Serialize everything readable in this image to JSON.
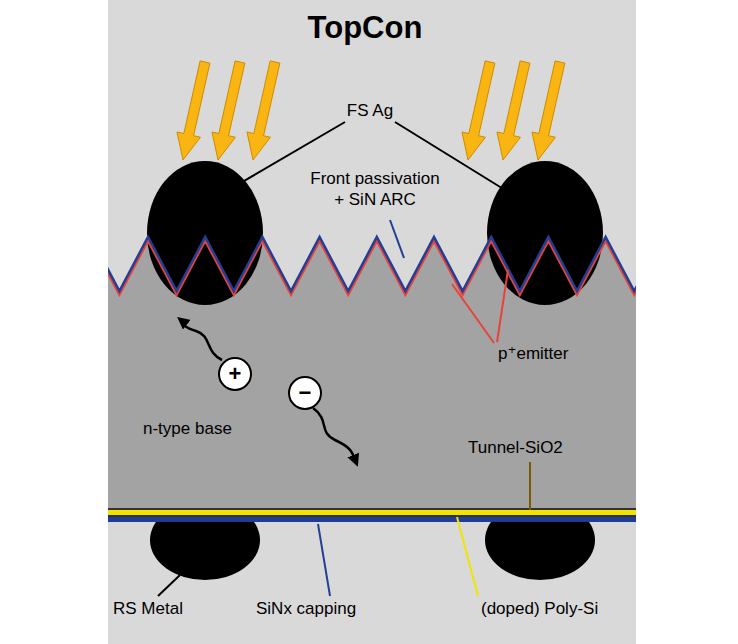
{
  "diagram": {
    "title": "TopCon",
    "nodes": [
      {
        "text": [
          "+"
        ]
      },
      {
        "text": [
          "−"
        ]
      }
    ],
    "labels": [
      "FS Ag",
      "Front passivation + SiN ARC",
      "p⁺emitter",
      "n-type base",
      "Tunnel-SiO2",
      "RS Metal",
      "SiNx capping",
      "(doped) Poly-Si"
    ]
  }
}
